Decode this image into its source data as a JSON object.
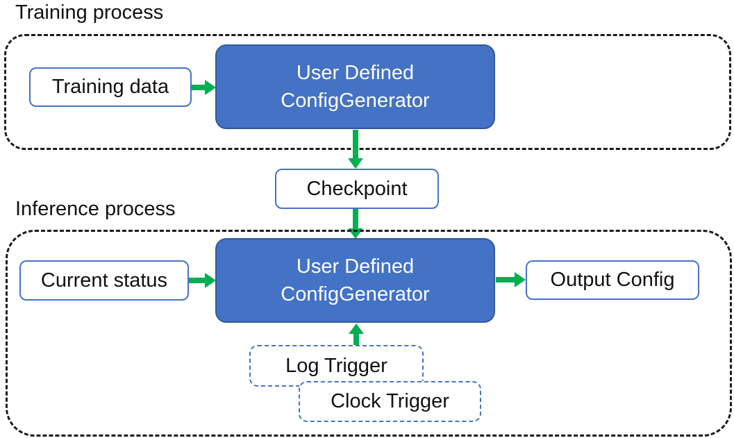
{
  "diagram": {
    "training": {
      "label": "Training process",
      "input_box": "Training data",
      "generator_line1": "User Defined",
      "generator_line2": "ConfigGenerator"
    },
    "checkpoint_label": "Checkpoint",
    "inference": {
      "label": "Inference process",
      "input_box": "Current status",
      "generator_line1": "User Defined",
      "generator_line2": "ConfigGenerator",
      "output_box": "Output Config",
      "log_trigger": "Log Trigger",
      "clock_trigger": "Clock Trigger"
    },
    "colors": {
      "generator_fill": "#4472C4",
      "generator_border": "#33589B",
      "light_box_border": "#4472C4",
      "trigger_border": "#4472C4",
      "arrow": "#00B050",
      "container_border": "#1A1A1A",
      "text_dark": "#111111",
      "text_light": "#FFFFFF"
    }
  }
}
